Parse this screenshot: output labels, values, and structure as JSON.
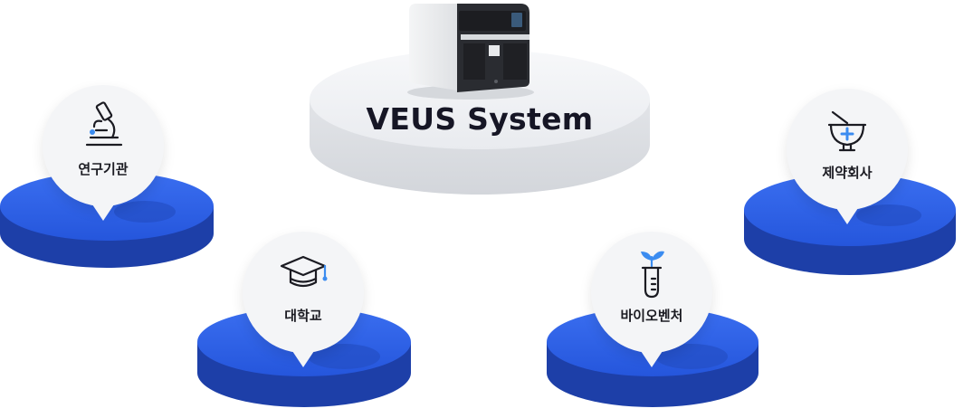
{
  "center": {
    "title": "VEUS System",
    "device_icon": "instrument-device"
  },
  "nodes": [
    {
      "label": "연구기관",
      "icon": "microscope-icon"
    },
    {
      "label": "대학교",
      "icon": "graduation-cap-icon"
    },
    {
      "label": "바이오벤처",
      "icon": "test-tube-sprout-icon"
    },
    {
      "label": "제약회사",
      "icon": "mortar-pestle-icon"
    }
  ],
  "colors": {
    "platform_blue": "#2d62e3",
    "platform_blue_side": "#1d3fa8",
    "platform_gray": "#eeeff2",
    "accent": "#3b8cf0",
    "text": "#161625"
  }
}
